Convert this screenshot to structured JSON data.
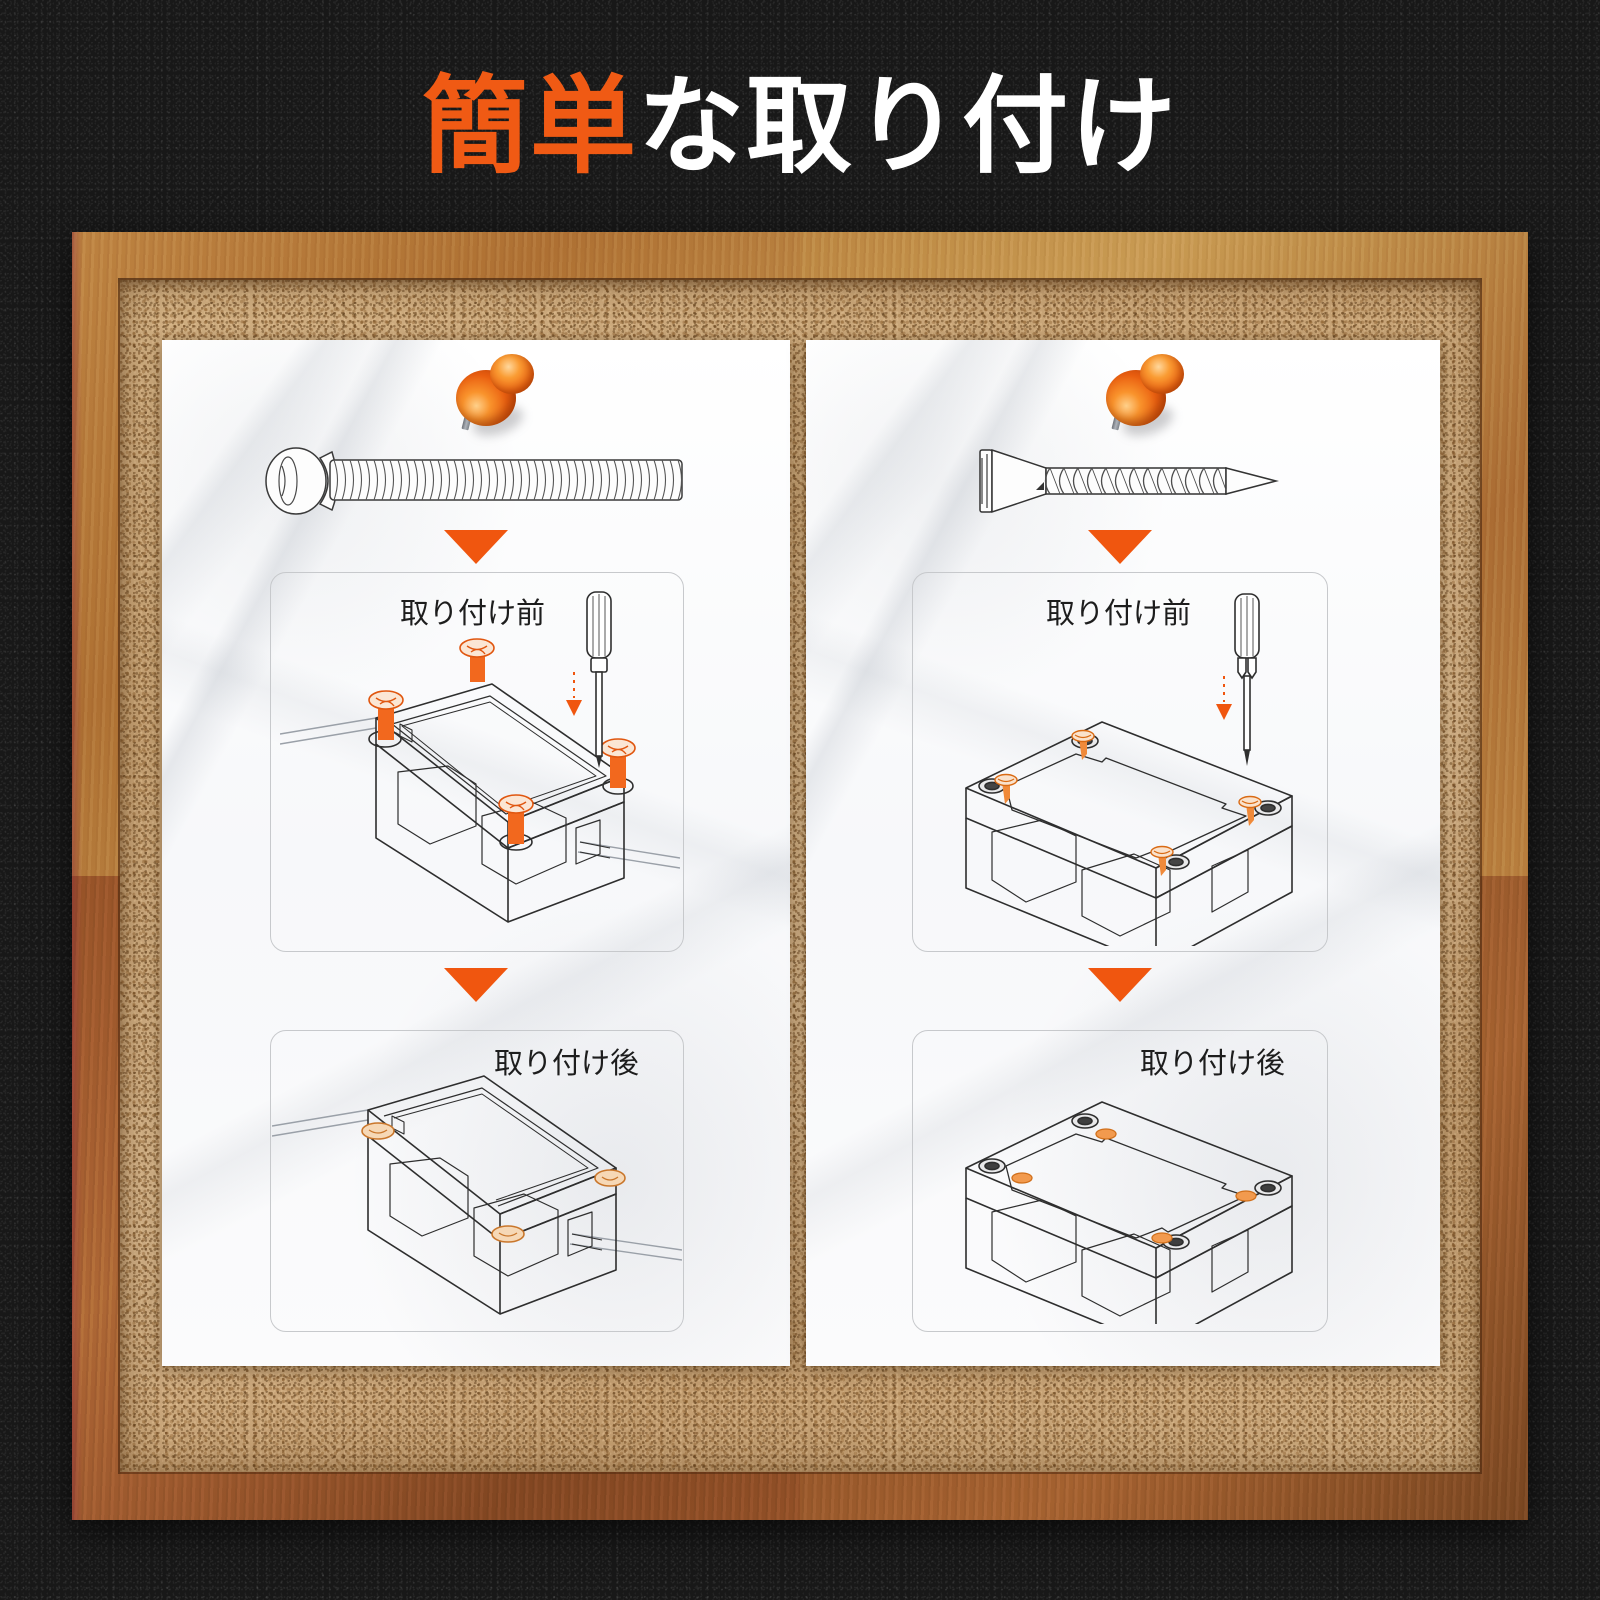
{
  "headline": {
    "highlight": "簡単",
    "rest": "な取り付け",
    "highlight_color": "#F05A14",
    "rest_color": "#FFFFFF"
  },
  "board": {
    "frame_color": "#B0722F",
    "cork_color": "#CDAC7E"
  },
  "accent_color": "#F0560F",
  "panels": [
    {
      "id": "left",
      "pin": {
        "icon": "pushpin-icon",
        "color": "#EE6611"
      },
      "fastener": {
        "name": "machine-screw-icon",
        "type": "machine-screw"
      },
      "arrow_top": {
        "icon": "arrow-down-icon"
      },
      "arrow_mid": {
        "icon": "arrow-down-icon"
      },
      "steps": [
        {
          "caption": "取り付け前",
          "illustration": "junction-box-with-machine-screws-and-screwdriver",
          "tool": "screwdriver-flat-icon"
        },
        {
          "caption": "取り付け後",
          "illustration": "junction-box-installed-with-machine-screws"
        }
      ]
    },
    {
      "id": "right",
      "pin": {
        "icon": "pushpin-icon",
        "color": "#EE6611"
      },
      "fastener": {
        "name": "self-tapping-screw-icon",
        "type": "self-tapping-screw"
      },
      "arrow_top": {
        "icon": "arrow-down-icon"
      },
      "arrow_mid": {
        "icon": "arrow-down-icon"
      },
      "steps": [
        {
          "caption": "取り付け前",
          "illustration": "junction-box-with-tapping-screws-and-screwdriver",
          "tool": "screwdriver-phillips-icon"
        },
        {
          "caption": "取り付け後",
          "illustration": "junction-box-installed-with-tapping-screws"
        }
      ]
    }
  ]
}
